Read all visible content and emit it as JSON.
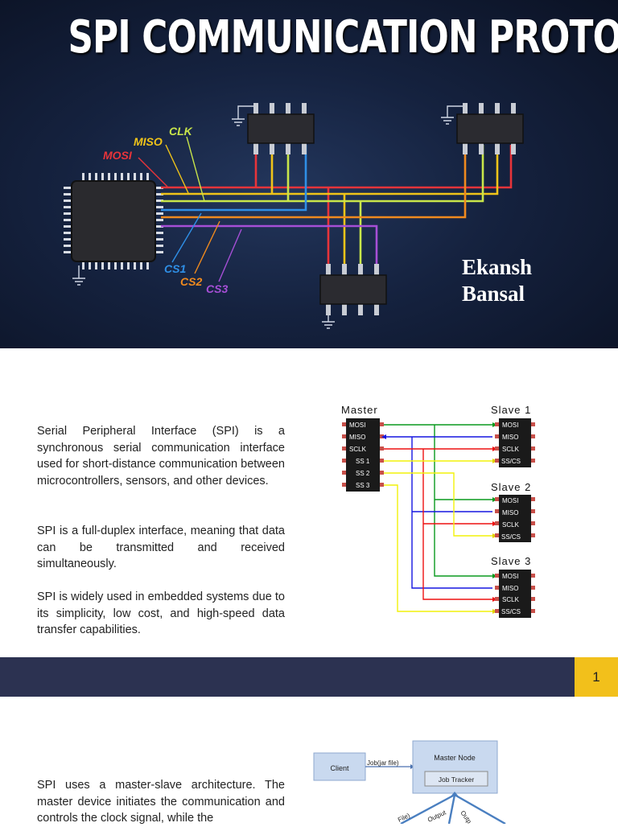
{
  "hero": {
    "title": "SPI COMMUNICATION PROTOCOL",
    "author_first": "Ekansh",
    "author_last": "Bansal",
    "labels": {
      "mosi": "MOSI",
      "miso": "MISO",
      "clk": "CLK",
      "cs1": "CS1",
      "cs2": "CS2",
      "cs3": "CS3"
    },
    "colors": {
      "mosi": "#e8343a",
      "miso": "#f0c419",
      "clk": "#c9e64a",
      "cs1": "#2f8fe6",
      "cs2": "#f08a1e",
      "cs3": "#a64fd6"
    }
  },
  "slide1": {
    "paragraphs": [
      "Serial Peripheral Interface (SPI) is a synchronous serial communication interface used for short-distance communication between microcontrollers, sensors, and other devices.",
      "SPI is a full-duplex interface, meaning that data can be transmitted and received simultaneously.",
      "SPI is widely used in embedded systems due to its simplicity, low cost, and high-speed data transfer capabilities."
    ],
    "diagram": {
      "master_label": "Master",
      "master_pins": [
        "MOSI",
        "MISO",
        "SCLK",
        "SS 1",
        "SS 2",
        "SS 3"
      ],
      "slave1_label": "Slave 1",
      "slave2_label": "Slave 2",
      "slave3_label": "Slave 3",
      "slave_pins": [
        "MOSI",
        "MISO",
        "SCLK",
        "SS/CS"
      ],
      "colors": {
        "mosi": "#0a9a1e",
        "miso": "#1616e0",
        "sclk": "#ee1111",
        "ss": "#f2f20a"
      }
    }
  },
  "footer_band": {
    "page_number": "1",
    "accent": "#f2c01b",
    "band_color": "#2c3251"
  },
  "slide2": {
    "paragraph": "SPI uses a master-slave architecture. The master device initiates the communication and controls the clock signal, while the",
    "diagram": {
      "client": "Client",
      "job_label": "Job(jar file)",
      "master_node": "Master Node",
      "job_tracker": "Job Tracker",
      "edge_labels": [
        "File)",
        "Output",
        "Outp"
      ]
    }
  }
}
